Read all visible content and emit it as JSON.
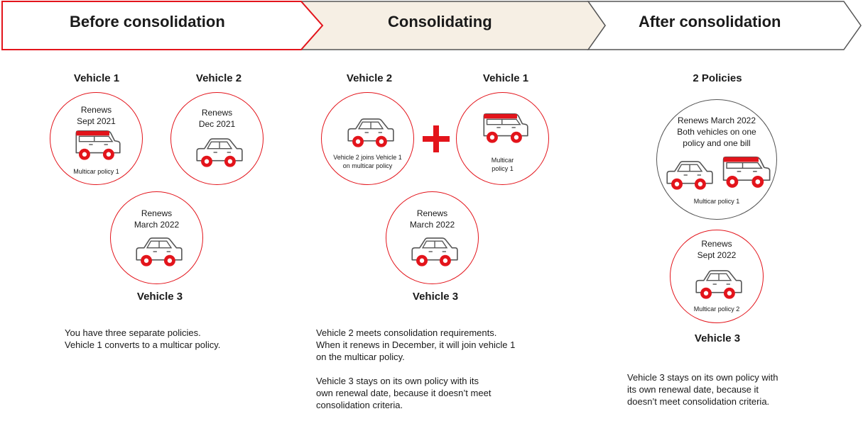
{
  "steps": [
    {
      "label": "Before consolidation"
    },
    {
      "label": "Consolidating"
    },
    {
      "label": "After consolidation"
    }
  ],
  "before": {
    "vehicle1": {
      "title": "Vehicle 1",
      "line1": "Renews",
      "line2": "Sept 2021",
      "note": "Multicar policy 1"
    },
    "vehicle2": {
      "title": "Vehicle 2",
      "line1": "Renews",
      "line2": "Dec 2021"
    },
    "vehicle3": {
      "title": "Vehicle 3",
      "line1": "Renews",
      "line2": "March 2022"
    },
    "description": [
      "You have three separate policies.",
      "Vehicle 1 converts to a multicar policy."
    ]
  },
  "consolidating": {
    "vehicle2": {
      "title": "Vehicle 2",
      "note1": "Vehicle 2  joins Vehicle 1",
      "note2": "on multicar policy"
    },
    "vehicle1": {
      "title": "Vehicle 1",
      "note1": "Multicar",
      "note2": "policy 1"
    },
    "vehicle3": {
      "title": "Vehicle 3",
      "line1": "Renews",
      "line2": "March 2022"
    },
    "paragraph1": [
      "Vehicle 2 meets consolidation requirements.",
      "When it renews in December, it will join vehicle 1",
      "on the multicar policy."
    ],
    "paragraph2": [
      "Vehicle 3 stays on its own policy with its",
      "own renewal date, because it doesn’t meet",
      "consolidation criteria."
    ]
  },
  "after": {
    "title": "2  Policies",
    "combined": {
      "line1": "Renews March 2022",
      "line2": "Both vehicles on one",
      "line3": "policy and one bill",
      "note": "Multicar policy 1"
    },
    "vehicle3": {
      "title": "Vehicle 3",
      "line1": "Renews",
      "line2": "Sept 2022",
      "note": "Multicar policy 2"
    },
    "description": [
      "Vehicle 3 stays on its own policy with",
      "its own renewal date, because it",
      "doesn’t meet consolidation criteria."
    ]
  },
  "colors": {
    "accent": "#e3141b",
    "highlight": "#f6efe4",
    "outline": "#555555"
  }
}
